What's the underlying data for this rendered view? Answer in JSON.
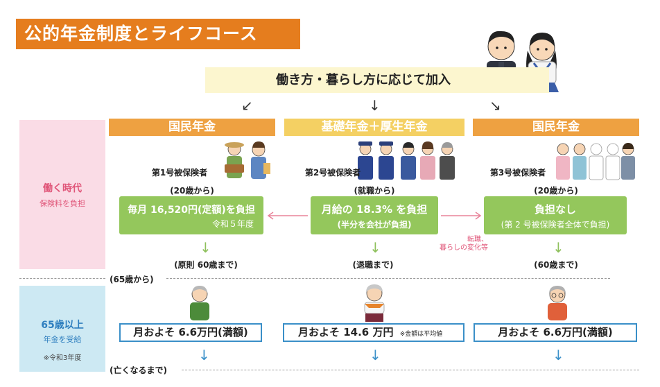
{
  "title": "公的年金制度とライフコース",
  "intro": "働き方・暮らし方に応じて加入",
  "arrows": {
    "left": "↙",
    "center": "↓",
    "right": "↘",
    "horizontal_left": "←",
    "horizontal_right": "→",
    "down": "↓"
  },
  "bands": {
    "work": {
      "title": "働く時代",
      "subtitle": "保険料を負担"
    },
    "retire": {
      "title": "65歳以上",
      "subtitle": "年金を受給",
      "note": "※令和3年度"
    }
  },
  "columns": [
    {
      "header": "国民年金",
      "insured": "第1号被保険者",
      "start": "(20歳から)",
      "box_line1": "毎月 16,520円(定額)を負担",
      "box_line2": "令和５年度",
      "end": "(原則 60歳まで)",
      "amount": "月およそ 6.6万円(満額)",
      "amount_note": ""
    },
    {
      "header": "基礎年金＋厚生年金",
      "insured": "第2号被保険者",
      "start": "(就職から)",
      "box_line1": "月給の 18.3% を負担",
      "box_line2": "(半分を会社が負担)",
      "end": "(退職まで)",
      "amount": "月およそ 14.6 万円",
      "amount_note": "※金額は平均値"
    },
    {
      "header": "国民年金",
      "insured": "第3号被保険者",
      "start": "(20歳から)",
      "box_line1": "負担なし",
      "box_line2": "(第 2 号被保険者全体で負担)",
      "end": "(60歳まで)",
      "amount": "月およそ 6.6万円(満額)",
      "amount_note": ""
    }
  ],
  "transition_note_line1": "転職、",
  "transition_note_line2": "暮らしの変化等",
  "age65": "(65歳から)",
  "until_death": "(亡くなるまで)",
  "colors": {
    "title": "#e57d1e",
    "header_orange": "#eea141",
    "header_yellow": "#f4d063",
    "green": "#94c75c",
    "pink_arrow": "#e8849a",
    "blue": "#3a8fc8",
    "work_band": "#fadce6",
    "retire_band": "#cde9f3"
  }
}
